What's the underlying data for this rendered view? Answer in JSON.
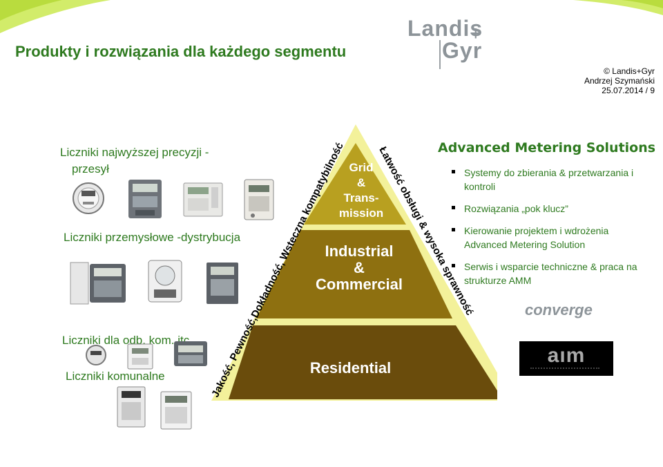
{
  "slide": {
    "title": "Produkty i rozwiązania dla każdego segmentu",
    "copyright_line1": "© Landis+Gyr",
    "copyright_line2": "Andrzej Szymański",
    "copyright_line3": "25.07.2014 / 9"
  },
  "logo": {
    "word1": "Landis",
    "word2": "Gyr",
    "plus": "+",
    "color": "#8d9499"
  },
  "segments": {
    "high_line1": "Liczniki najwyższej precyzji -",
    "high_line2": "przesył",
    "industrial": "Liczniki przemysłowe -dystrybucja",
    "residential": "Liczniki dla odb. kom. itc.",
    "communal": "Liczniki komunalne"
  },
  "pyramid": {
    "left_side_text": "Jakość, Pewność,Dokładność, Wsteczna kompatybilność",
    "right_side_text": "Łatwość obsługi & wysoka sprawność",
    "tier1": [
      "Grid",
      "&",
      "Trans-",
      "mission"
    ],
    "tier2": [
      "Industrial",
      "&",
      "Commercial"
    ],
    "tier3": "Residential",
    "colors": {
      "tier1": "#b8a020",
      "tier2": "#8e7010",
      "tier3": "#6a4c0c",
      "band": "#f3f19a"
    }
  },
  "ams": {
    "title": "Advanced Metering Solutions",
    "bullets": [
      "Systemy do zbierania & przetwarzania i kontroli",
      "Rozwiązania „pok klucz”",
      "Kierowanie projektem i wdrożenia Advanced Metering Solution",
      "Serwis i wsparcie techniczne & praca na strukturze  AMM"
    ]
  },
  "partners": {
    "converge": "converge",
    "aim": "aım"
  },
  "colors": {
    "green": "#2e7a1f",
    "swoosh": "#c6e64a"
  }
}
